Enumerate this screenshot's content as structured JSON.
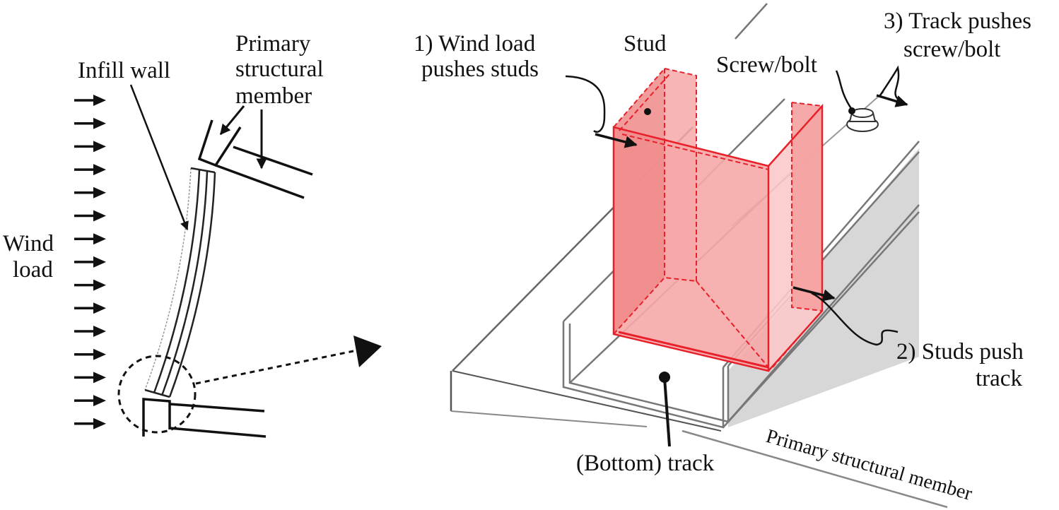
{
  "left_panel": {
    "primary_member_label": [
      "Primary",
      "structural",
      "member"
    ],
    "infill_wall_label": "Infill wall",
    "wind_load_label": [
      "Wind",
      "load"
    ]
  },
  "right_panel": {
    "step1_label": [
      "1) Wind load",
      "pushes studs"
    ],
    "stud_label": "Stud",
    "screw_label": "Screw/bolt",
    "step3_label": [
      "3) Track pushes",
      "screw/bolt"
    ],
    "step2_label": [
      "2) Studs push",
      "track"
    ],
    "bottom_track_label": "(Bottom) track",
    "primary_member_label": "Primary structural member"
  },
  "colors": {
    "stud_fill": "#f7a8a8",
    "stud_fill_light": "#fbcaca",
    "stud_outline": "#e8202a",
    "track_shade": "#d0d0d0",
    "ink": "#111111"
  }
}
